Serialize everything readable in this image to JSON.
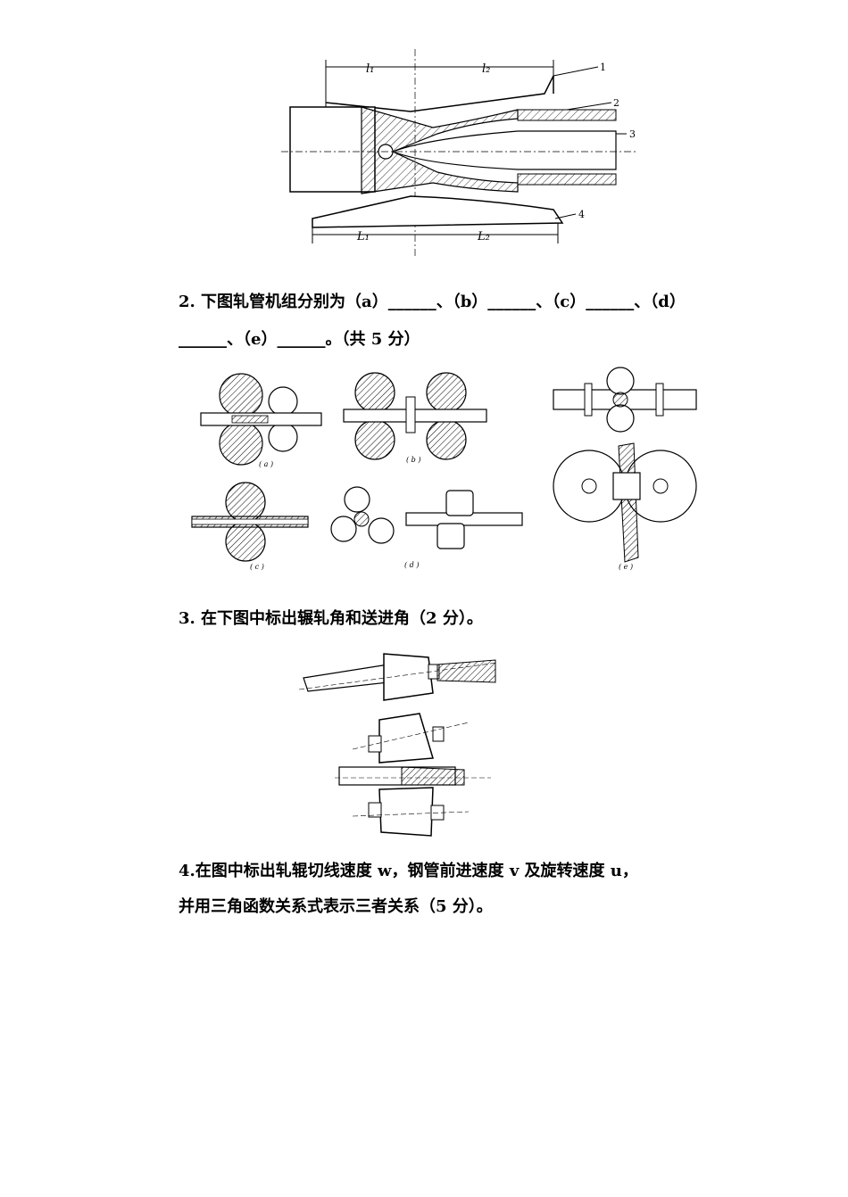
{
  "fig1": {
    "labels": {
      "l1": "l₁",
      "l2": "l₂",
      "L1": "L₁",
      "L2": "L₂"
    },
    "callouts": [
      "1",
      "2",
      "3",
      "4"
    ]
  },
  "q2": {
    "line1": "2. 下图轧管机组分别为（a）______、（b）______、（c）______、（d）",
    "line2": "______、（e）______。（共 5 分）"
  },
  "fig2": {
    "captions": [
      "( a )",
      "( b )",
      "( c )",
      "( d )",
      "( e )"
    ]
  },
  "q3": {
    "text": "3. 在下图中标出辗轧角和送进角（2 分）。"
  },
  "q4": {
    "line1": "4.在图中标出轧辊切线速度 w，钢管前进速度 v 及旋转速度 u，",
    "line2": "并用三角函数关系式表示三者关系（5 分）。"
  }
}
